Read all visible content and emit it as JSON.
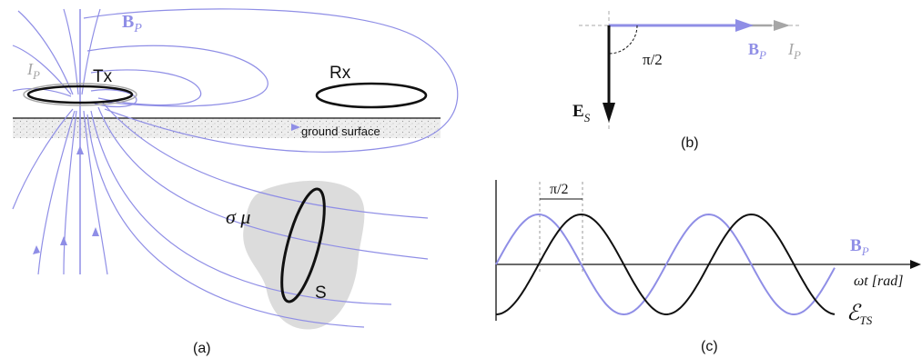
{
  "panel_a": {
    "field_label": "B",
    "field_sub": "P",
    "current_label": "I",
    "current_sub": "P",
    "tx_label": "Tx",
    "rx_label": "Rx",
    "ground_label": "ground surface",
    "sigma_mu": "σ μ",
    "s_label": "S",
    "caption": "(a)"
  },
  "panel_b": {
    "b_label": "B",
    "b_sub": "P",
    "i_label": "I",
    "i_sub": "P",
    "angle": "π/2",
    "e_label": "E",
    "e_sub": "S",
    "caption": "(b)"
  },
  "panel_c": {
    "phase": "π/2",
    "b_label": "B",
    "b_sub": "P",
    "axis_label": "ωt [rad]",
    "emf_label": "ℰ",
    "emf_sub": "TS",
    "caption": "(c)"
  },
  "colors": {
    "field": "#8f8ee6",
    "black": "#111111",
    "gray": "#a6a6a6",
    "body": "#dcdcdc"
  }
}
